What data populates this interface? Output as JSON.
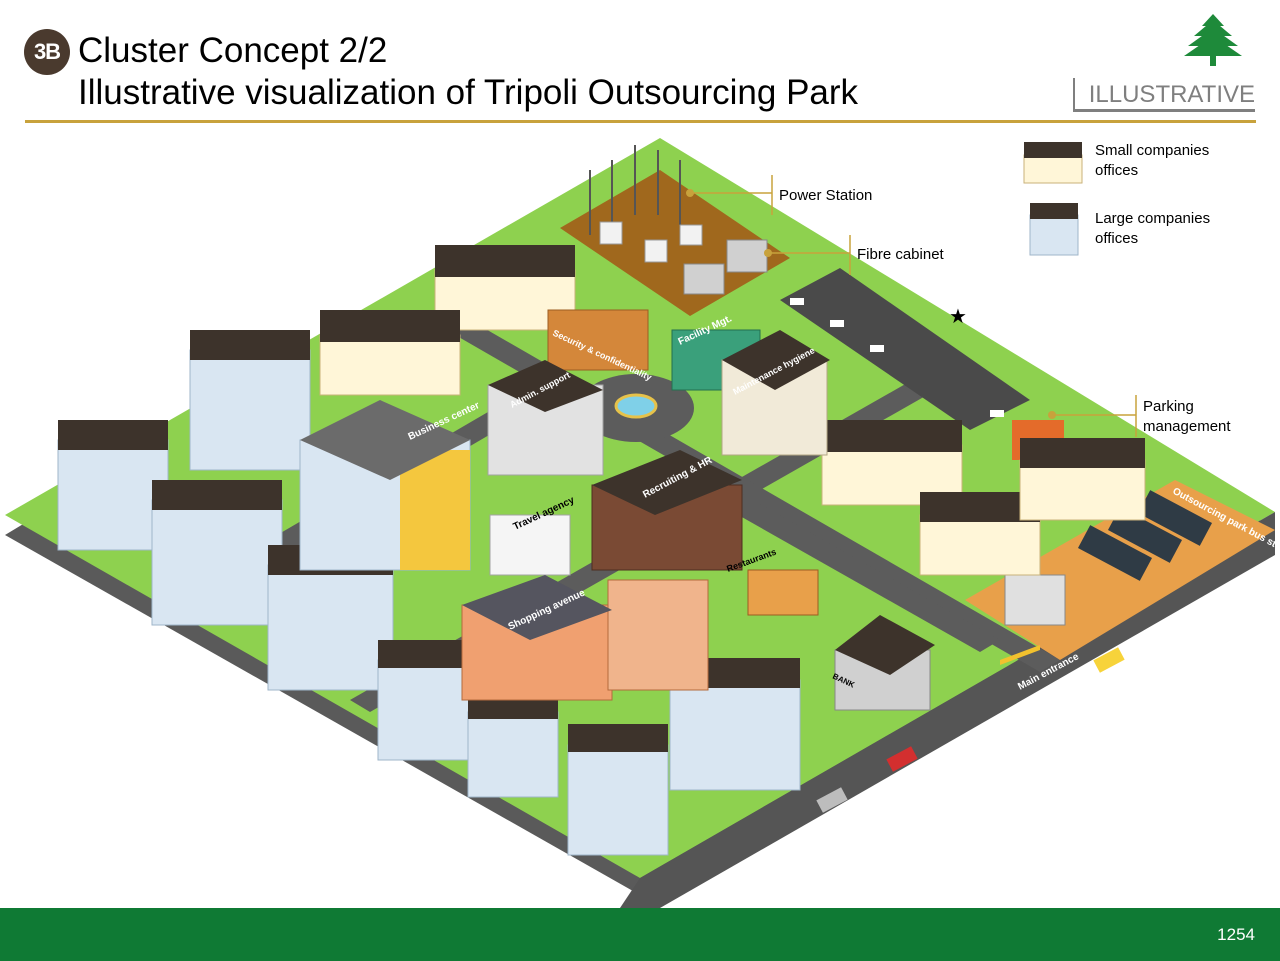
{
  "header": {
    "badge": "3B",
    "title_line1": "Cluster Concept 2/2",
    "title_line2": "Illustrative visualization of Tripoli Outsourcing Park",
    "stamp": "ILLUSTRATIVE"
  },
  "legend": {
    "small_offices": "Small companies offices",
    "large_offices": "Large companies offices"
  },
  "callouts": {
    "power_station": "Power Station",
    "fibre_cabinet": "Fibre cabinet",
    "parking": "Parking management"
  },
  "map_labels": {
    "security": "Security & confidentiality",
    "facility": "Facility Mgt.",
    "maintenance": "Maintenance hygiene",
    "admin": "Admin. support",
    "business_center": "Business center",
    "recruiting": "Recruiting & HR",
    "travel": "Travel agency",
    "restaurants": "Restaurants",
    "shopping": "Shopping avenue",
    "bank": "BANK",
    "bus_stop": "Outsourcing park bus stop",
    "main_entrance": "Main entrance"
  },
  "footer": {
    "page_number": "1254"
  },
  "colors": {
    "grass": "#8ed14f",
    "road": "#555555",
    "accent_rule": "#c8a23c",
    "footer": "#0f7a34",
    "roof": "#3d332b",
    "orange_zone": "#e8a04a"
  }
}
